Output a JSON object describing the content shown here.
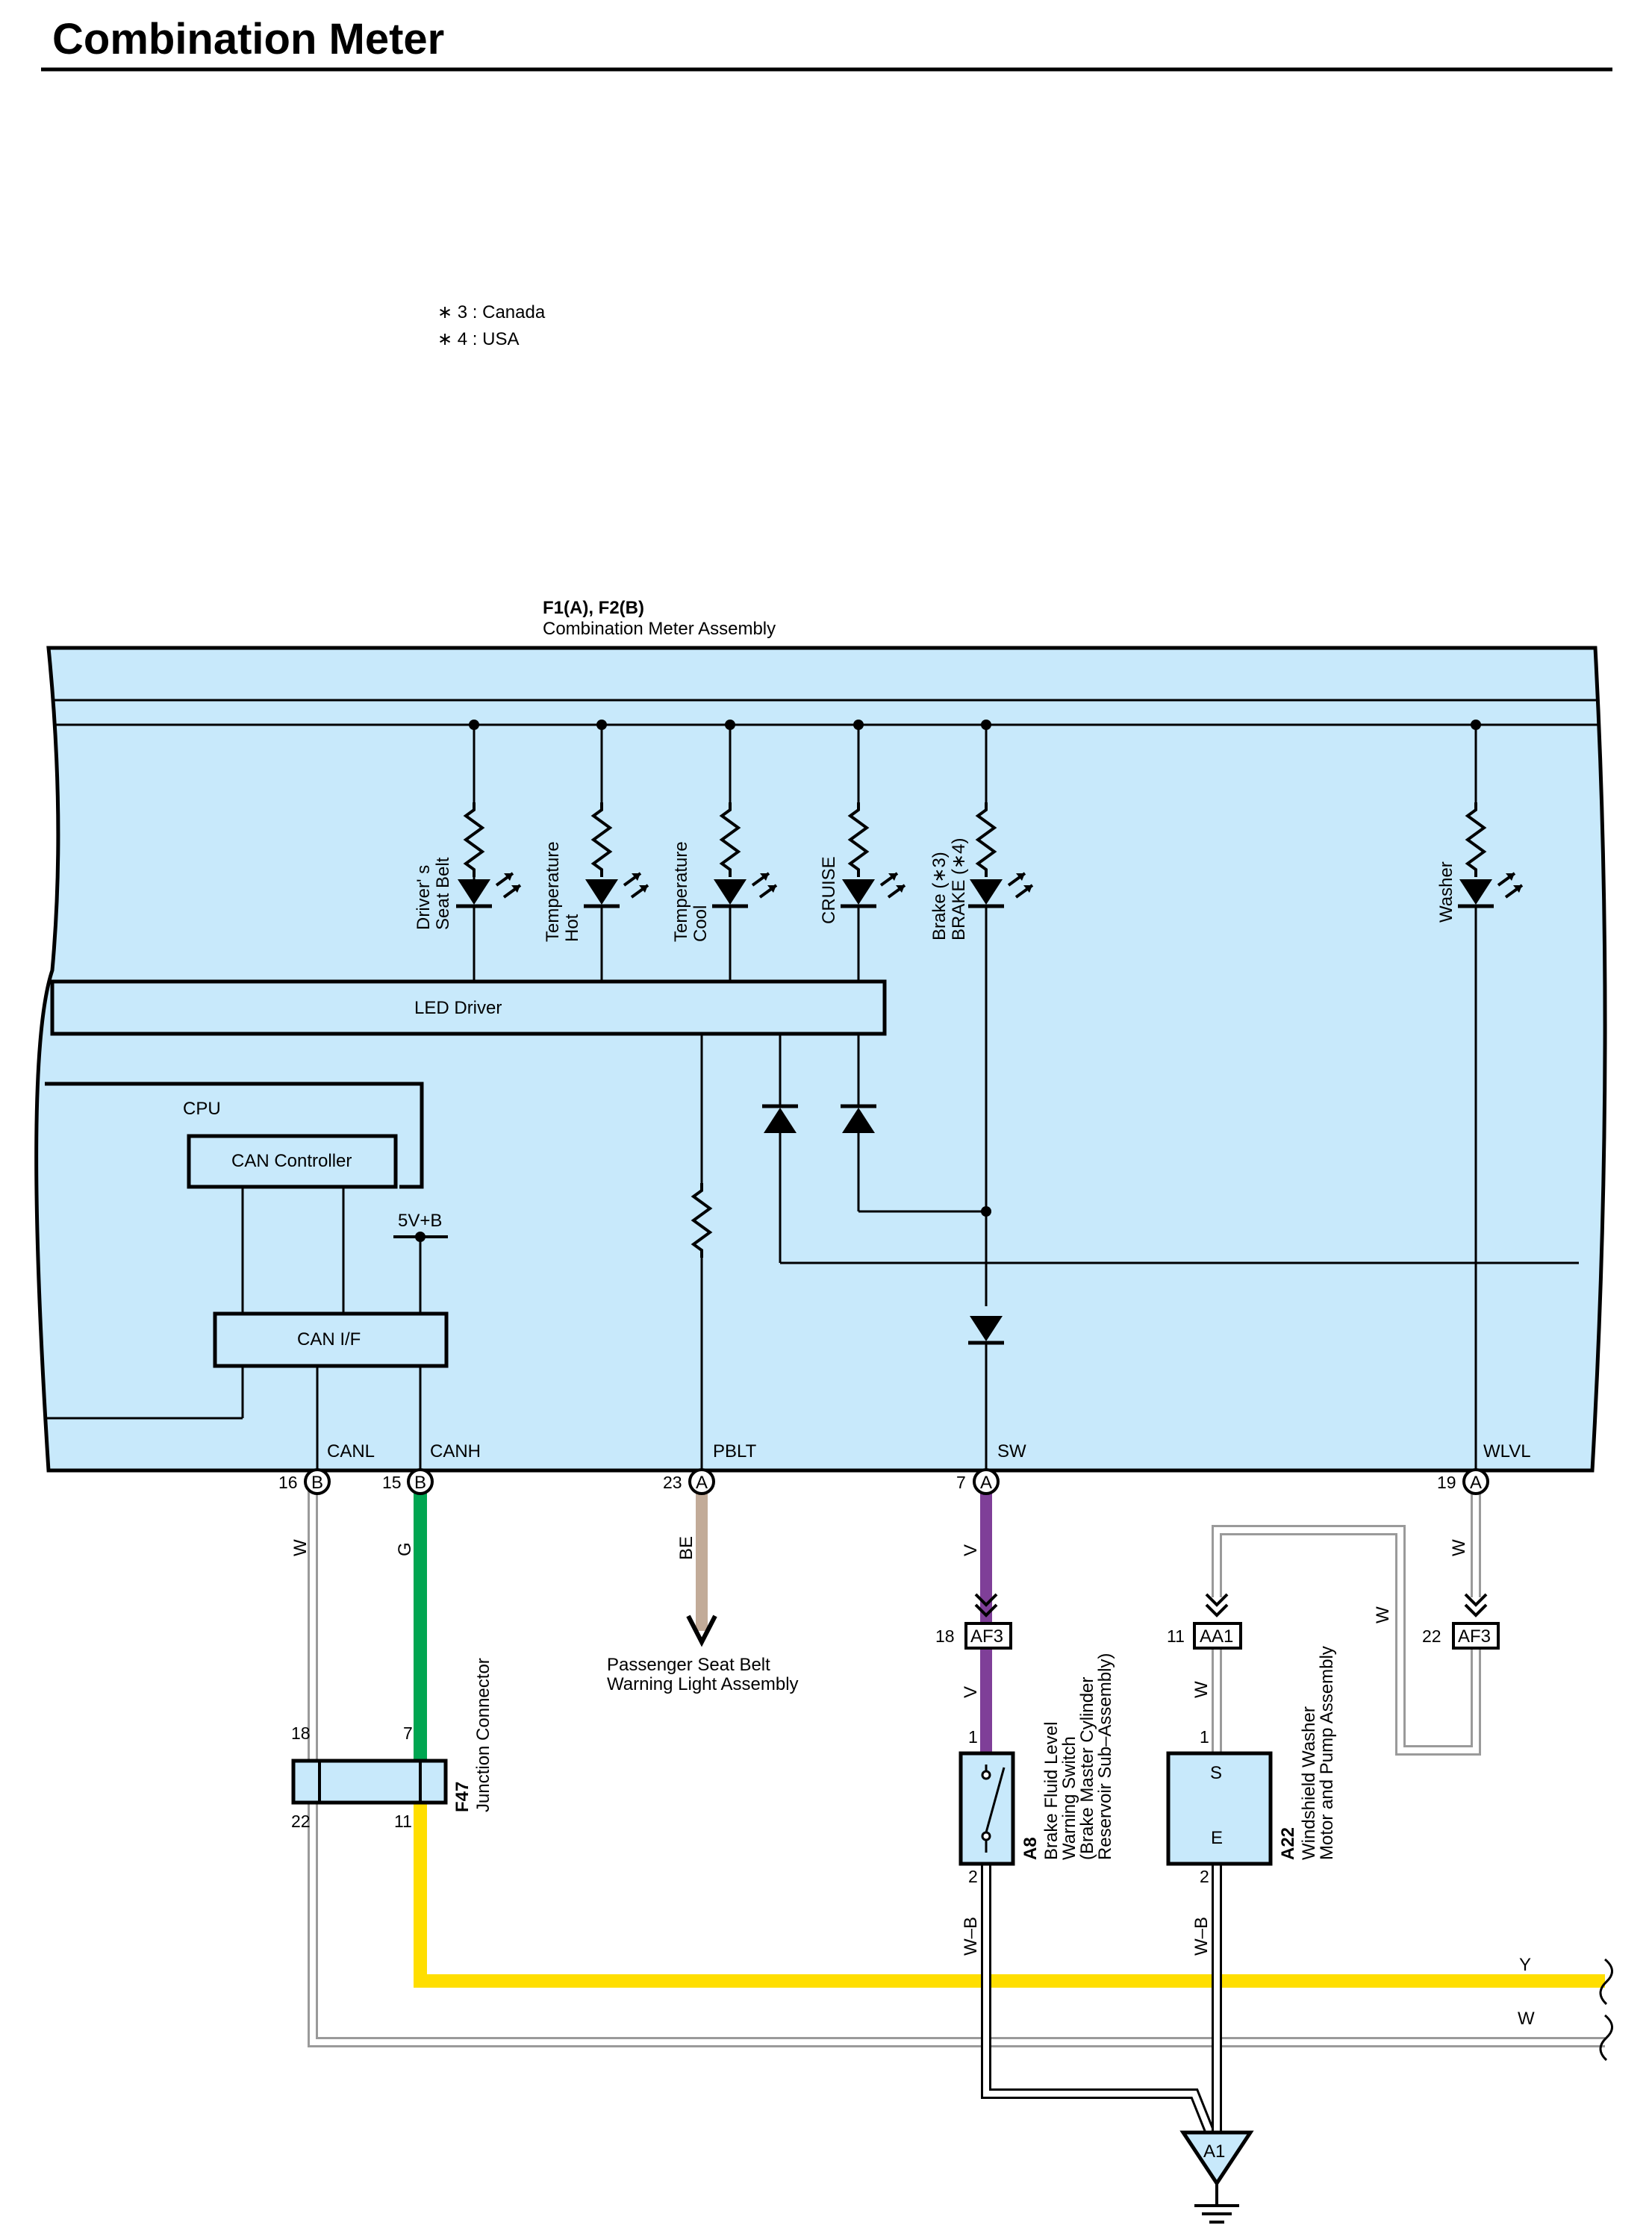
{
  "title": "Combination Meter",
  "notes": [
    "∗ 3 : Canada",
    "∗ 4 : USA"
  ],
  "assembly": {
    "code": "F1(A), F2(B)",
    "name": "Combination Meter Assembly"
  },
  "indicators": [
    {
      "line1": "Driver' s",
      "line2": "Seat Belt"
    },
    {
      "line1": "Temperature",
      "line2": "Hot"
    },
    {
      "line1": "Temperature",
      "line2": "Cool"
    },
    {
      "line1": "CRUISE",
      "line2": ""
    },
    {
      "line1": "Brake (∗3)",
      "line2": "BRAKE (∗4)"
    },
    {
      "line1": "Washer",
      "line2": ""
    }
  ],
  "blocks": {
    "led_driver": "LED Driver",
    "cpu": "CPU",
    "can_controller": "CAN Controller",
    "can_if": "CAN I/F",
    "supply": "5V+B"
  },
  "terminals": [
    {
      "name": "CANL",
      "pin": "16",
      "conn": "B"
    },
    {
      "name": "CANH",
      "pin": "15",
      "conn": "B"
    },
    {
      "name": "PBLT",
      "pin": "23",
      "conn": "A"
    },
    {
      "name": "SW",
      "pin": "7",
      "conn": "A"
    },
    {
      "name": "WLVL",
      "pin": "19",
      "conn": "A"
    }
  ],
  "wire_colors": {
    "canl": "W",
    "canh": "G",
    "pblt": "BE",
    "sw": "V",
    "sw2": "V",
    "wlvl": "W",
    "washer_loop": "W",
    "aa1": "W",
    "a8_ground": "W–B",
    "a22_ground": "W–B",
    "bus_y": "Y",
    "bus_w": "W"
  },
  "inline_connectors": [
    {
      "pin": "18",
      "name": "AF3"
    },
    {
      "pin": "11",
      "name": "AA1"
    },
    {
      "pin": "22",
      "name": "AF3"
    }
  ],
  "pblt_destination": [
    "Passenger Seat Belt",
    "Warning Light Assembly"
  ],
  "junction": {
    "code": "F47",
    "name": "Junction Connector",
    "pin_tl": "18",
    "pin_tr": "7",
    "pin_bl": "22",
    "pin_br": "11"
  },
  "switch": {
    "code": "A8",
    "lines": [
      "Brake Fluid Level",
      "Warning Switch",
      "(Brake Master Cylinder",
      "Reservoir Sub–Assembly)"
    ],
    "pin_top": "1",
    "pin_bottom": "2"
  },
  "pump": {
    "code": "A22",
    "lines": [
      "Windshield Washer",
      "Motor and Pump Assembly"
    ],
    "pin_top": "1",
    "pin_bottom": "2",
    "term_s": "S",
    "term_e": "E"
  },
  "ground": {
    "name": "A1"
  },
  "colors": {
    "panel": "#c8e9fb",
    "green": "#00a651",
    "purple": "#7f3f98",
    "yellow": "#ffde00",
    "tan": "#c2ab98",
    "gray": "#9a9a9a"
  }
}
